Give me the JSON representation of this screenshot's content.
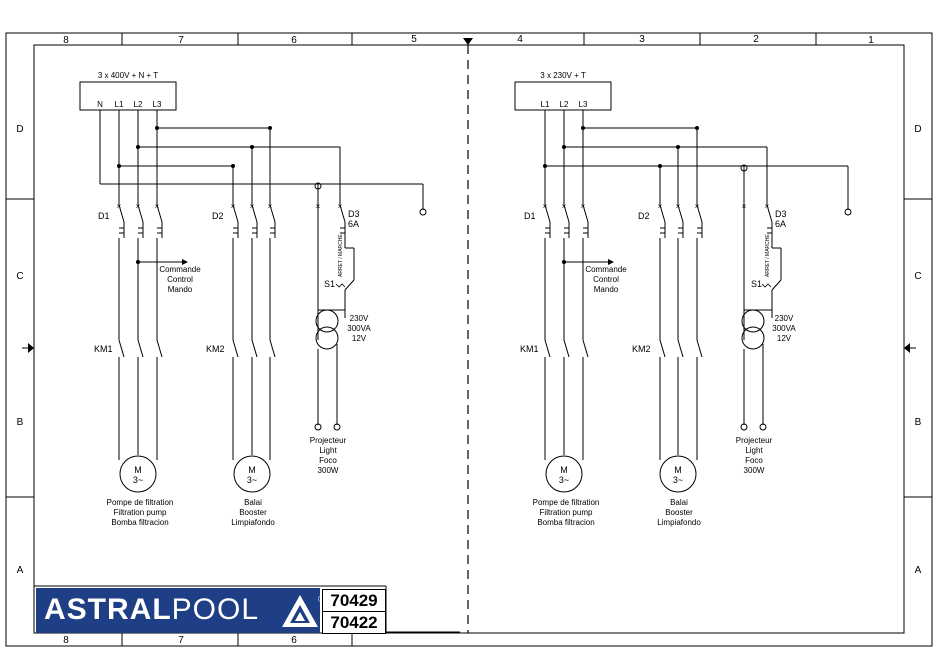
{
  "grid": {
    "columns_top": [
      "8",
      "7",
      "6",
      "5",
      "4",
      "3",
      "2",
      "1"
    ],
    "columns_bottom": [
      "8",
      "7",
      "6"
    ],
    "rows": [
      "D",
      "C",
      "B",
      "A"
    ]
  },
  "left_panel": {
    "supply_label": "3 x 400V + N + T",
    "terminals": [
      "N",
      "L1",
      "L2",
      "L3"
    ],
    "d1": "D1",
    "d2": "D2",
    "d3": "D3",
    "d3_rating": "6A",
    "command_lines": [
      "Commande",
      "Control",
      "Mando"
    ],
    "switch_note": "ARRET / MARCHE",
    "s1": "S1",
    "transformer_lines": [
      "230V",
      "300VA",
      "12V"
    ],
    "km1": "KM1",
    "km2": "KM2",
    "motor_symbol": [
      "M",
      "3~"
    ],
    "motor1_lines": [
      "Pompe de filtration",
      "Filtration pump",
      "Bomba filtracion"
    ],
    "motor2_lines": [
      "Balai",
      "Booster",
      "Limpiafondo"
    ],
    "light_lines": [
      "Projecteur",
      "Light",
      "Foco",
      "300W"
    ]
  },
  "right_panel": {
    "supply_label": "3 x 230V + T",
    "terminals": [
      "L1",
      "L2",
      "L3"
    ],
    "d1": "D1",
    "d2": "D2",
    "d3": "D3",
    "d3_rating": "6A",
    "command_lines": [
      "Commande",
      "Control",
      "Mando"
    ],
    "switch_note": "ARRET / MARCHE",
    "s1": "S1",
    "transformer_lines": [
      "230V",
      "300VA",
      "12V"
    ],
    "km1": "KM1",
    "km2": "KM2",
    "motor_symbol": [
      "M",
      "3~"
    ],
    "motor1_lines": [
      "Pompe de filtration",
      "Filtration pump",
      "Bomba filtracion"
    ],
    "motor2_lines": [
      "Balai",
      "Booster",
      "Limpiafondo"
    ],
    "light_lines": [
      "Projecteur",
      "Light",
      "Foco",
      "300W"
    ]
  },
  "title_block": {
    "brand_bold": "ASTRAL",
    "brand_light": "POOL",
    "registered": "®",
    "codes": [
      "70429",
      "70422"
    ]
  },
  "colors": {
    "brand_blue": "#1e3f86",
    "line": "#000000",
    "background": "#ffffff"
  }
}
